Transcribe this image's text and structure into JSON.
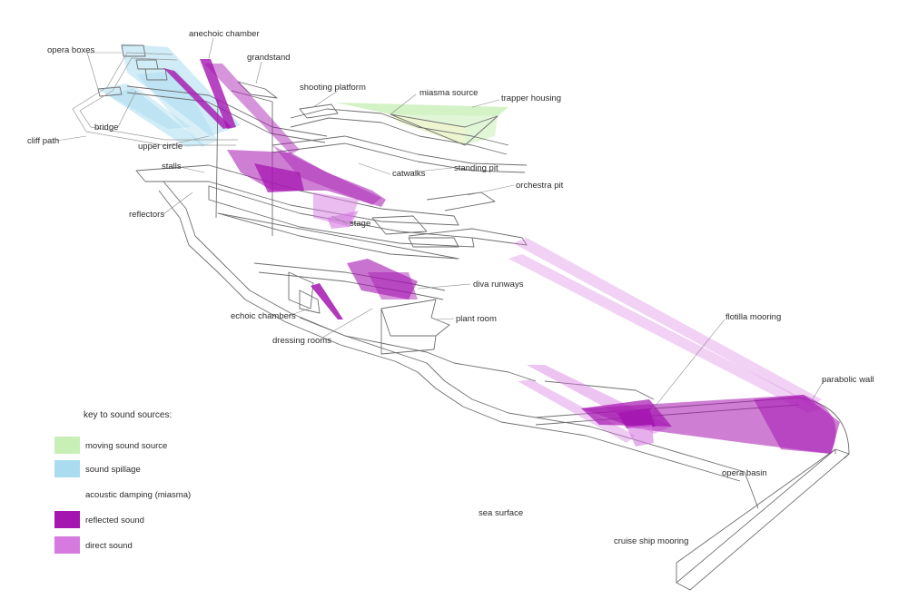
{
  "colors": {
    "moving_sound_source": "#c8efb6",
    "sound_spillage": "#a9dcf0",
    "reflected_sound": "#a515b0",
    "direct_sound": "#d67ae0",
    "structure": "#6e6e6e"
  },
  "labels": {
    "opera_boxes": "opera boxes",
    "anechoic_chamber": "anechoic chamber",
    "grandstand": "grandstand",
    "shooting_platform": "shooting platform",
    "miasma_source": "miasma source",
    "trapper_housing": "trapper housing",
    "cliff_path": "cliff path",
    "bridge": "bridge",
    "upper_circle": "upper circle",
    "stalls": "stalls",
    "catwalks": "catwalks",
    "standing_pit": "standing pit",
    "orchestra_pit": "orchestra pit",
    "reflectors": "reflectors",
    "stage": "stage",
    "diva_runways": "diva runways",
    "echoic_chambers": "echoic chambers",
    "plant_room": "plant room",
    "dressing_rooms": "dressing rooms",
    "flotilla_mooring": "flotilla mooring",
    "parabolic_wall": "parabolic wall",
    "opera_basin": "opera basin",
    "sea_surface": "sea surface",
    "cruise_ship_mooring": "cruise ship mooring"
  },
  "key": {
    "title": "key to sound sources:",
    "items": [
      {
        "label": "moving sound source",
        "swatch": "moving_sound_source"
      },
      {
        "label": "sound spillage",
        "swatch": "sound_spillage"
      },
      {
        "label": "acoustic damping (miasma)",
        "swatch": ""
      },
      {
        "label": "reflected sound",
        "swatch": "reflected_sound"
      },
      {
        "label": "direct sound",
        "swatch": "direct_sound"
      }
    ]
  }
}
